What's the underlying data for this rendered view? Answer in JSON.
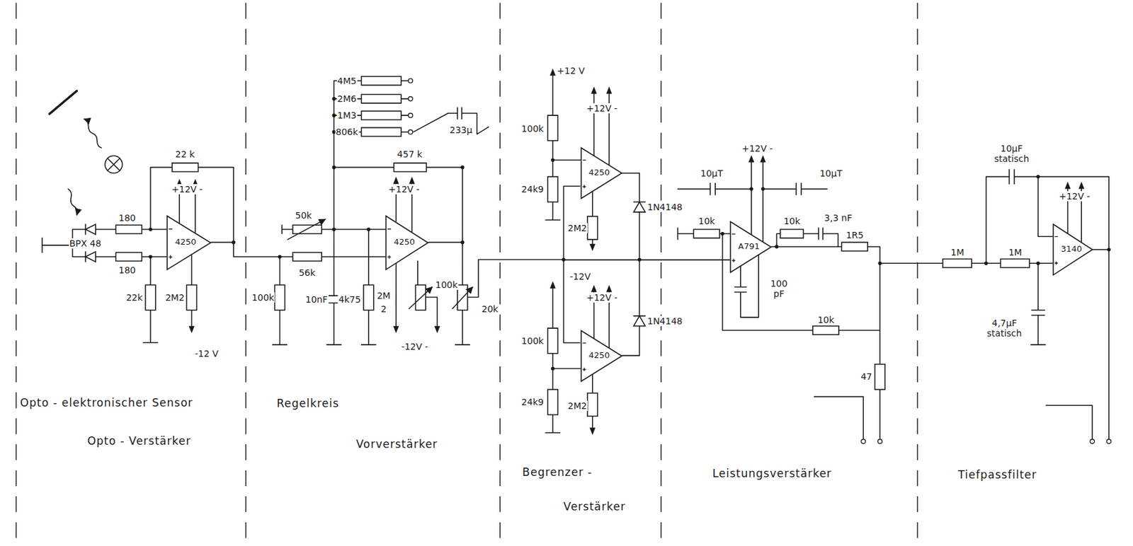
{
  "diagram": {
    "nodes": [
      {
        "text": [
          "4250"
        ]
      },
      {
        "text": [
          "4250"
        ]
      },
      {
        "text": [
          "4250"
        ]
      },
      {
        "text": [
          "4250"
        ]
      },
      {
        "text": [
          "A791"
        ]
      },
      {
        "text": [
          "3140"
        ]
      }
    ],
    "edges": [
      {
        "from": 2,
        "to": 4,
        "arrow": "none"
      },
      {
        "from": 3,
        "to": 4,
        "arrow": "none"
      }
    ],
    "labels": [
      "Opto - elektronischer Sensor",
      "Opto - Verstärker",
      "Regelkreis",
      "Vorverstärker",
      "Begrenzer -",
      "Verstärker",
      "Leistungsverstärker",
      "Tiefpassfilter",
      "BPX 48",
      "180",
      "180",
      "22 k",
      "+12V -",
      "22k",
      "2M2",
      "-12 V",
      "4M5",
      "2M6",
      "1M3",
      "806k",
      "233µ",
      "457 k",
      "+12V -",
      "50k",
      "56k",
      "100k",
      "10nF",
      "4k75",
      "2M",
      "2",
      "100k",
      "20k",
      "-12V -",
      "+12 V",
      "100k",
      "24k9",
      "+12V -",
      "2M2",
      "1N4148",
      "-12V",
      "+12V -",
      "100k",
      "24k9",
      "1N4148",
      "2M2",
      "10µT",
      "+12V -",
      "10µT",
      "10k",
      "10k",
      "3,3 nF",
      "1R5",
      "100 pF",
      "10k",
      "47",
      "10µF statisch",
      "+12V -",
      "1M",
      "1M",
      "4,7µF statisch"
    ]
  }
}
